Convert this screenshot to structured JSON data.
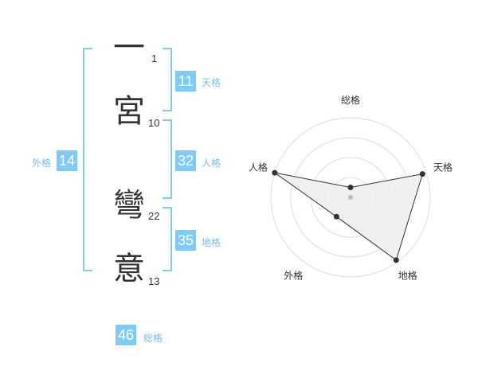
{
  "name": {
    "chars": [
      {
        "char": "一",
        "strokes": "1"
      },
      {
        "char": "宮",
        "strokes": "10"
      },
      {
        "char": "彎",
        "strokes": "22"
      },
      {
        "char": "意",
        "strokes": "13"
      }
    ]
  },
  "kakusu": {
    "tenkaku": {
      "value": "11",
      "label": "天格"
    },
    "jinkaku": {
      "value": "32",
      "label": "人格"
    },
    "chikaku": {
      "value": "35",
      "label": "地格"
    },
    "gaikaku": {
      "value": "14",
      "label": "外格"
    },
    "soukaku": {
      "value": "46",
      "label": "総格"
    }
  },
  "colors": {
    "accent": "#7fcaf6",
    "accent_text": "#79bfe9",
    "text": "#333333",
    "grid": "#dddddd",
    "fill": "#eeeeee",
    "marker": "#333333"
  },
  "chart_data": {
    "type": "radar",
    "axes": [
      "総格",
      "天格",
      "地格",
      "外格",
      "人格"
    ],
    "ring_count": 4,
    "range": [
      0,
      4
    ],
    "values": [
      0.5,
      3.8,
      3.9,
      1.2,
      4.0
    ]
  }
}
